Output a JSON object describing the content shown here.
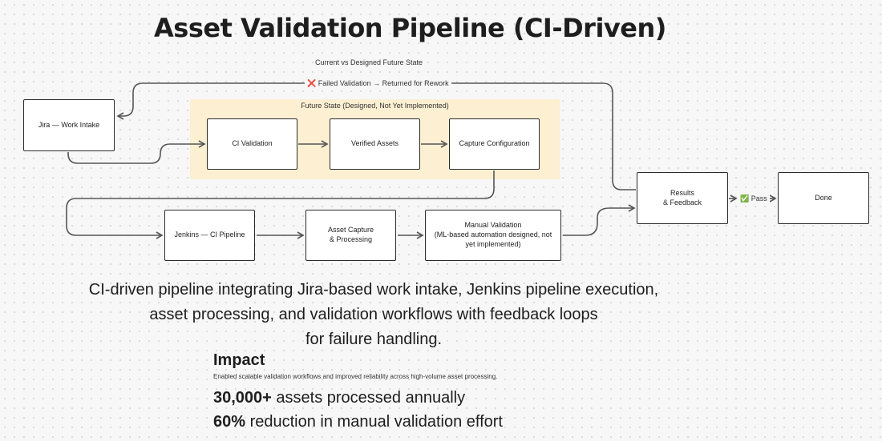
{
  "title": "Asset Validation Pipeline (CI-Driven)",
  "subtitle": "Current vs Designed Future State",
  "future_zone_label": "Future State (Designed, Not Yet Implemented)",
  "nodes": {
    "jira": "Jira — Work Intake",
    "ci_validation": "CI Validation",
    "verified_assets": "Verified Assets",
    "capture_config": "Capture Configuration",
    "jenkins": "Jenkins — CI Pipeline",
    "asset_capture_l1": "Asset Capture",
    "asset_capture_l2": "& Processing",
    "manual_validation_l1": "Manual Validation",
    "manual_validation_l2": "(ML-based automation designed, not",
    "manual_validation_l3": "yet implemented)",
    "results_l1": "Results",
    "results_l2": "& Feedback",
    "done": "Done"
  },
  "edge_labels": {
    "failed": "❌ Failed Validation → Returned for Rework",
    "pass": "✅ Pass"
  },
  "description": {
    "line1": "CI-driven pipeline integrating Jira-based work intake, Jenkins pipeline execution,",
    "line2": "asset processing, and validation workflows with feedback loops",
    "line3": "for failure handling."
  },
  "impact": {
    "title": "Impact",
    "subtitle": "Enabled scalable validation workflows and improved reliability across high-volume asset processing.",
    "metric1_value": "30,000+",
    "metric1_text": " assets processed annually",
    "metric2_value": "60%",
    "metric2_text": " reduction in manual validation effort"
  },
  "colors": {
    "future_zone": "#fcefd2",
    "stroke": "#555555",
    "box_border": "#2b2b2b"
  }
}
